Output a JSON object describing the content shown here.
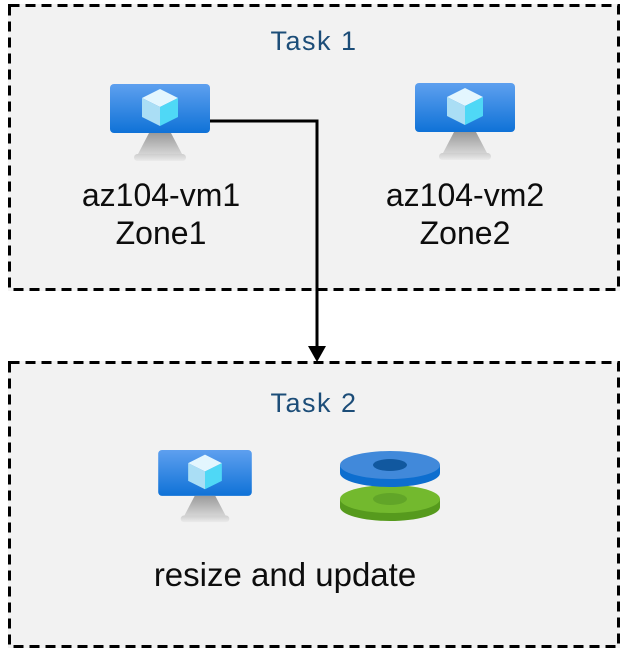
{
  "diagram": {
    "task1": {
      "title": "Task 1",
      "vms": [
        {
          "name": "az104-vm1",
          "zone": "Zone1",
          "icon": "virtual-machine-icon"
        },
        {
          "name": "az104-vm2",
          "zone": "Zone2",
          "icon": "virtual-machine-icon"
        }
      ]
    },
    "task2": {
      "title": "Task 2",
      "caption": "resize and update",
      "icons": [
        "virtual-machine-icon",
        "disks-icon"
      ]
    },
    "arrow": {
      "from": "az104-vm1",
      "to": "Task 2",
      "style": "elbow-down"
    }
  },
  "colors": {
    "box_background": "#f2f2f2",
    "box_border": "#000000",
    "title_text": "#1c4d78",
    "label_text": "#0d0d0d",
    "vm_screen_top": "#5ea0ef",
    "vm_screen_bottom": "#0f72d7",
    "cube_top": "#e3f6fe",
    "cube_left": "#aadef5",
    "cube_right": "#4fd8f6",
    "disk_blue_top": "#4189da",
    "disk_blue_side": "#0d6ecf",
    "disk_blue_hole": "#11589f",
    "disk_green_top": "#73b92e",
    "disk_green_side": "#569a1d",
    "disk_green_hole": "#61a528"
  }
}
